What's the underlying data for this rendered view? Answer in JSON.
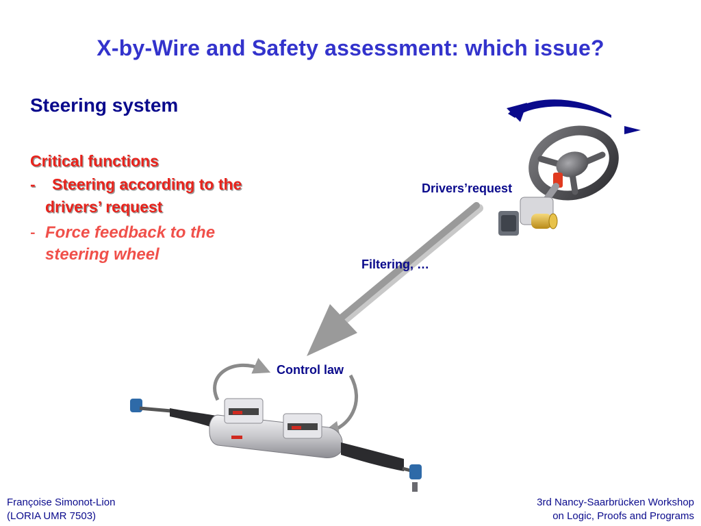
{
  "slide": {
    "title": "X-by-Wire and Safety assessment: which issue?",
    "subtitle": "Steering system"
  },
  "critical": {
    "heading": "Critical functions",
    "bullet1_dash": "-",
    "bullet1_line1": "Steering according to the",
    "bullet1_line2": "drivers’ request",
    "bullet2_dash": "-",
    "bullet2_text": "Force feedback to the steering wheel"
  },
  "diagram": {
    "drivers_request": "Drivers’request",
    "filtering": "Filtering, …",
    "control_law": "Control law"
  },
  "footer": {
    "left_line1": "Françoise Simonot-Lion",
    "left_line2": "(LORIA UMR 7503)",
    "right_line1": "3rd Nancy-Saarbrücken Workshop",
    "right_line2": "on Logic, Proofs and Programs"
  },
  "colors": {
    "title": "#3333cc",
    "navy": "#0a0a8c",
    "red": "#e8231c",
    "arrow_gray": "#9a9a9a"
  }
}
